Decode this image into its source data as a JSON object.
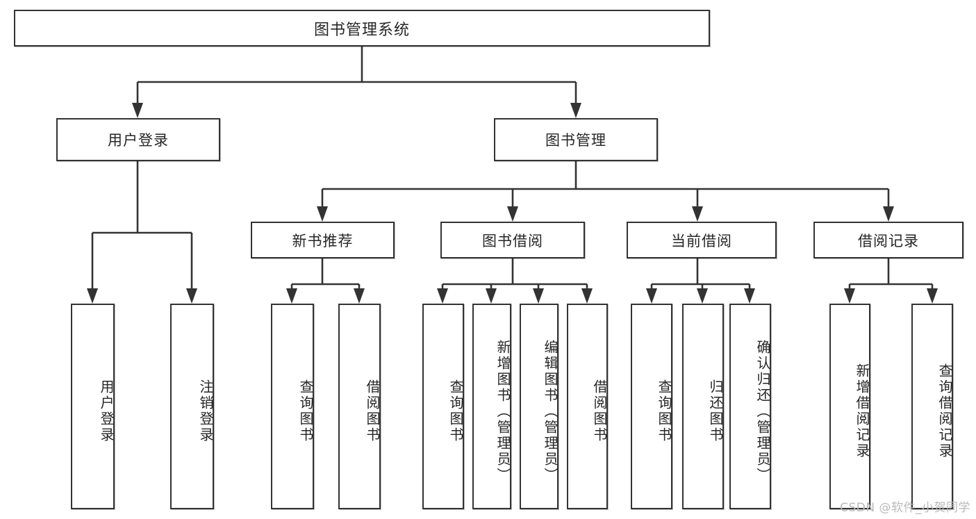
{
  "diagram": {
    "title": "图书管理系统",
    "type": "tree",
    "nodes": {
      "root": {
        "label": "图书管理系统",
        "level": 1,
        "orientation": "horizontal"
      },
      "l2": [
        {
          "id": "user-login",
          "label": "用户登录",
          "level": 2,
          "orientation": "horizontal"
        },
        {
          "id": "book-manage",
          "label": "图书管理",
          "level": 2,
          "orientation": "horizontal"
        }
      ],
      "l3": [
        {
          "id": "new-book-recommend",
          "label": "新书推荐",
          "level": 3,
          "orientation": "horizontal",
          "parent": "book-manage"
        },
        {
          "id": "book-borrow",
          "label": "图书借阅",
          "level": 3,
          "orientation": "horizontal",
          "parent": "book-manage"
        },
        {
          "id": "current-borrow",
          "label": "当前借阅",
          "level": 3,
          "orientation": "horizontal",
          "parent": "book-manage"
        },
        {
          "id": "borrow-record",
          "label": "借阅记录",
          "level": 3,
          "orientation": "horizontal",
          "parent": "book-manage"
        }
      ],
      "leaves": [
        {
          "id": "leaf-user-login",
          "label": "用户登录",
          "parent": "user-login",
          "orientation": "vertical"
        },
        {
          "id": "leaf-user-logout",
          "label": "注销登录",
          "parent": "user-login",
          "orientation": "vertical"
        },
        {
          "id": "leaf-query-book-1",
          "label": "查询图书",
          "parent": "new-book-recommend",
          "orientation": "vertical"
        },
        {
          "id": "leaf-borrow-book-1",
          "label": "借阅图书",
          "parent": "new-book-recommend",
          "orientation": "vertical"
        },
        {
          "id": "leaf-query-book-2",
          "label": "查询图书",
          "parent": "book-borrow",
          "orientation": "vertical"
        },
        {
          "id": "leaf-add-book",
          "label": "新增图书（管理员）",
          "parent": "book-borrow",
          "orientation": "vertical"
        },
        {
          "id": "leaf-edit-book",
          "label": "编辑图书（管理员）",
          "parent": "book-borrow",
          "orientation": "vertical"
        },
        {
          "id": "leaf-borrow-book-2",
          "label": "借阅图书",
          "parent": "book-borrow",
          "orientation": "vertical"
        },
        {
          "id": "leaf-query-book-3",
          "label": "查询图书",
          "parent": "current-borrow",
          "orientation": "vertical"
        },
        {
          "id": "leaf-return-book",
          "label": "归还图书",
          "parent": "current-borrow",
          "orientation": "vertical"
        },
        {
          "id": "leaf-confirm-return",
          "label": "确认归还（管理员）",
          "parent": "current-borrow",
          "orientation": "vertical"
        },
        {
          "id": "leaf-add-record",
          "label": "新增借阅记录",
          "parent": "borrow-record",
          "orientation": "vertical"
        },
        {
          "id": "leaf-query-record",
          "label": "查询借阅记录",
          "parent": "borrow-record",
          "orientation": "vertical"
        }
      ]
    },
    "colors": {
      "stroke": "#333333",
      "fill": "#ffffff",
      "text": "#262626",
      "watermark": "#b9b9b9"
    }
  },
  "watermark": {
    "text": "CSDN @软件_小贺同学"
  }
}
